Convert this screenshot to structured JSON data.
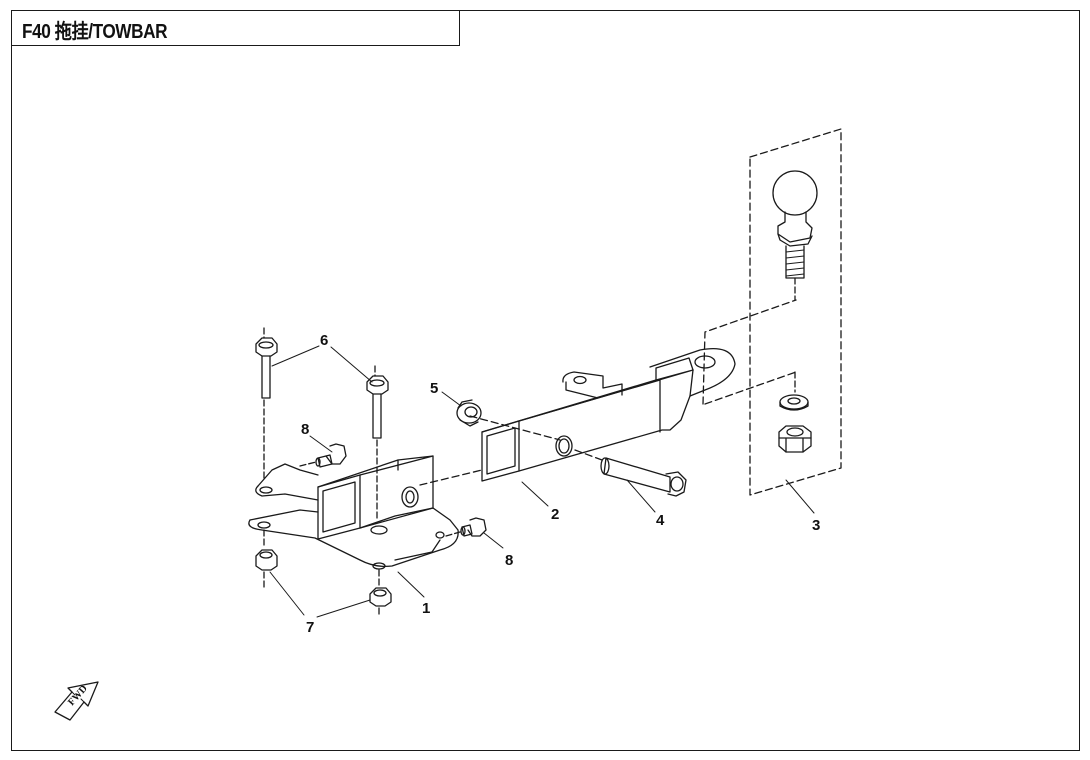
{
  "title": "F40 拖挂/TOWBAR",
  "callouts": [
    "1",
    "2",
    "3",
    "4",
    "5",
    "6",
    "7",
    "8",
    "8"
  ],
  "fwd_label": "FWD",
  "colors": {
    "line": "#1a1a1a",
    "background": "#ffffff"
  }
}
